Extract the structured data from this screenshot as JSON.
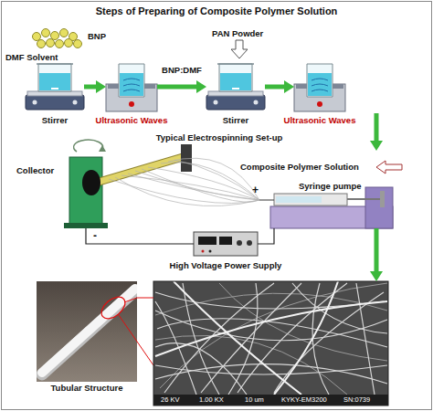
{
  "diagram": {
    "title": "Steps of Preparing of Composite Polymer Solution",
    "nodes": [
      {
        "text": [
          "Stirrer"
        ]
      },
      {
        "text": [
          "Ultrasonic Waves"
        ]
      },
      {
        "text": [
          "Stirrer"
        ]
      },
      {
        "text": [
          "Ultrasonic Waves"
        ]
      },
      {
        "text": [
          "Syringe pumpe"
        ]
      },
      {
        "text": [
          "Collector"
        ]
      },
      {
        "text": [
          "High Voltage Power Supply"
        ]
      },
      {
        "text": [
          "Tubular Structure"
        ]
      },
      {
        "text": [
          "26 KV",
          "1.00 KX",
          "10 um",
          "KYKY-EM3200",
          "SN:0739"
        ]
      }
    ],
    "edges": [
      {
        "from": 0,
        "to": 1,
        "arrow": "to"
      },
      {
        "from": 1,
        "to": 2,
        "arrow": "to",
        "label": "BNP:DMF"
      },
      {
        "from": 2,
        "to": 3,
        "arrow": "to"
      },
      {
        "from": 3,
        "to": 4,
        "arrow": "to"
      },
      {
        "from": 6,
        "to": 4,
        "arrow": "none"
      },
      {
        "from": 6,
        "to": 5,
        "arrow": "none"
      },
      {
        "from": 4,
        "to": 8,
        "arrow": "to"
      },
      {
        "from": 7,
        "to": 8,
        "arrow": "none"
      }
    ],
    "labels": [
      "BNP",
      "DMF Solvent",
      "PAN Powder",
      "Typical Electrospinning Set-up",
      "Composite Polymer Solution",
      "+",
      "-"
    ]
  }
}
